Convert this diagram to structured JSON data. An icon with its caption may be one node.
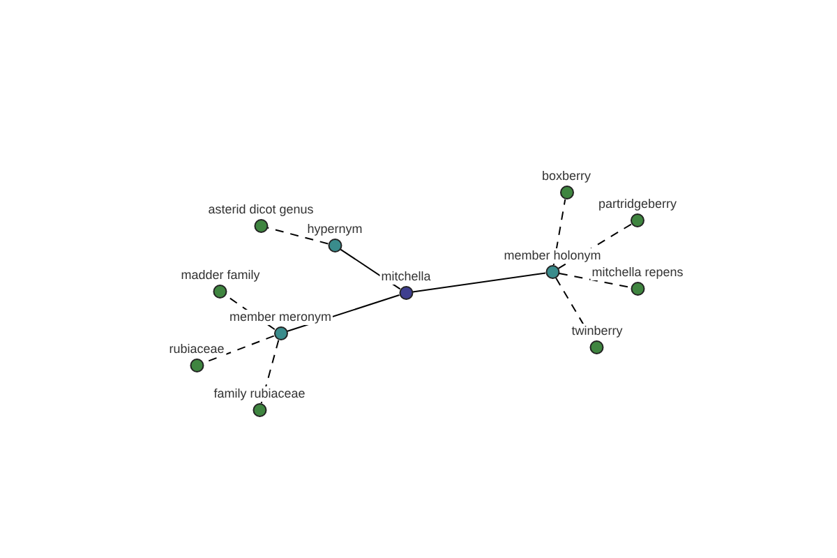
{
  "diagram": {
    "nodes": [
      {
        "text": [
          "mitchella"
        ]
      },
      {
        "text": [
          "hypernym"
        ]
      },
      {
        "text": [
          "member meronym"
        ]
      },
      {
        "text": [
          "member holonym"
        ]
      },
      {
        "text": [
          "asterid dicot genus"
        ]
      },
      {
        "text": [
          "madder family"
        ]
      },
      {
        "text": [
          "rubiaceae"
        ]
      },
      {
        "text": [
          "family rubiaceae"
        ]
      },
      {
        "text": [
          "boxberry"
        ]
      },
      {
        "text": [
          "partridgeberry"
        ]
      },
      {
        "text": [
          "mitchella repens"
        ]
      },
      {
        "text": [
          "twinberry"
        ]
      }
    ],
    "edges": [
      {
        "from": 0,
        "to": 1,
        "arrow": "none"
      },
      {
        "from": 0,
        "to": 2,
        "arrow": "none"
      },
      {
        "from": 0,
        "to": 3,
        "arrow": "none"
      },
      {
        "from": 1,
        "to": 4,
        "arrow": "none",
        "style": "dashed"
      },
      {
        "from": 2,
        "to": 5,
        "arrow": "none",
        "style": "dashed"
      },
      {
        "from": 2,
        "to": 6,
        "arrow": "none",
        "style": "dashed"
      },
      {
        "from": 2,
        "to": 7,
        "arrow": "none",
        "style": "dashed"
      },
      {
        "from": 3,
        "to": 8,
        "arrow": "none",
        "style": "dashed"
      },
      {
        "from": 3,
        "to": 9,
        "arrow": "none",
        "style": "dashed"
      },
      {
        "from": 3,
        "to": 10,
        "arrow": "none",
        "style": "dashed"
      },
      {
        "from": 3,
        "to": 11,
        "arrow": "none",
        "style": "dashed"
      }
    ]
  }
}
